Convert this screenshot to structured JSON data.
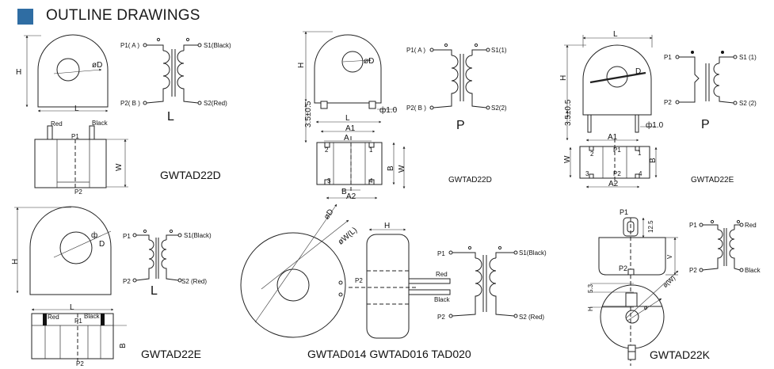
{
  "header": {
    "title": "OUTLINE DRAWINGS",
    "accent": "#2f6da3"
  },
  "d1": {
    "H": "H",
    "D": "øD",
    "L": "L",
    "W": "W",
    "p1": "P1( A )",
    "p2": "P2( B )",
    "s1": "S1(Black)",
    "s2": "S2(Red)",
    "schem": "L",
    "red": "Red",
    "black": "Black",
    "P1": "P1",
    "P2": "P2",
    "model": "GWTAD22D"
  },
  "d2": {
    "H": "H",
    "D": "øD",
    "pin": "ф1.0",
    "off": "3.5±0.5",
    "L": "L",
    "A1": "A1",
    "A": "A",
    "B": "B",
    "W": "W",
    "A2": "A2",
    "n1": "1",
    "n2": "2",
    "n3": "3",
    "n4": "4",
    "p1": "P1( A )",
    "p2": "P2( B )",
    "s1": "S1(1)",
    "s2": "S2(2)",
    "schem": "P",
    "model": "GWTAD22D"
  },
  "d3": {
    "L": "L",
    "H": "H",
    "D": "D",
    "pin": "ф1.0",
    "off": "3.5±0.5",
    "A1": "A1",
    "A2": "A2",
    "B": "B",
    "W": "W",
    "n1": "1",
    "n2": "2",
    "n3": "3",
    "n4": "4",
    "p1": "P1",
    "p2": "P2",
    "s1": "S1 (1)",
    "s2": "S2 (2)",
    "P1": "P1",
    "P2": "P2",
    "schem": "P",
    "model": "GWTAD22E"
  },
  "d4": {
    "H": "H",
    "D": "D",
    "fi": "ф",
    "p1": "P1",
    "p2": "P2",
    "s1": "S1(Black)",
    "s2": "S2 (Red)",
    "schem": "L",
    "L": "L",
    "red": "Red",
    "black": "Black",
    "P1": "P1",
    "P2": "P2",
    "B": "B",
    "model": "GWTAD22E"
  },
  "d5": {
    "D": "øD",
    "W": "øW(L)",
    "H": "H",
    "P2": "P2",
    "red": "Red",
    "black": "Black",
    "p1": "P1",
    "p2": "P2",
    "s1": "S1(Black)",
    "s2": "S2 (Red)",
    "model": "GWTAD014 GWTAD016 TAD020"
  },
  "d6": {
    "P1": "P1",
    "dim125": "12.5",
    "V": "V",
    "P2": "P2",
    "dim53": "5.3",
    "H": "H",
    "D": "ø",
    "WH": "ø(W)",
    "p1": "P1",
    "p2": "P2",
    "red": "Red",
    "black": "Black",
    "model": "GWTAD22K"
  }
}
